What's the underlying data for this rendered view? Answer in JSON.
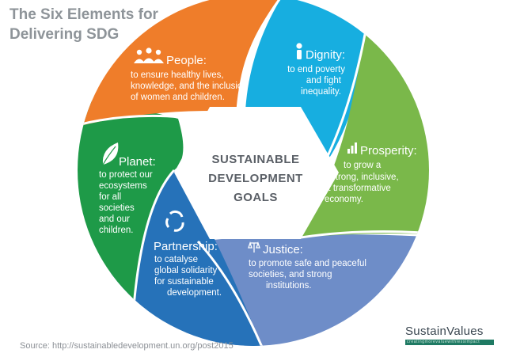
{
  "title": "The Six Elements for\nDelivering SDG",
  "center": {
    "line1": "SUSTAINABLE",
    "line2": "DEVELOPMENT",
    "line3": "GOALS"
  },
  "elements": {
    "people": {
      "title": "People:",
      "desc": [
        "to ensure healthy lives,",
        "knowledge, and the inclusion",
        "of women and children."
      ],
      "color": "#ef7d2a",
      "icon": "people-icon"
    },
    "dignity": {
      "title": "Dignity:",
      "desc": [
        "to end poverty",
        "and fight",
        "inequality."
      ],
      "color": "#17aee0",
      "icon": "person-icon"
    },
    "prosperity": {
      "title": "Prosperity:",
      "desc": [
        "to grow a",
        "strong, inclusive,",
        "& transformative",
        "economy."
      ],
      "color": "#7ab84a",
      "icon": "bar-chart-icon"
    },
    "justice": {
      "title": "Justice:",
      "desc": [
        "to promote safe and peaceful",
        "societies, and strong",
        "institutions."
      ],
      "color": "#6e8dc8",
      "icon": "scales-icon"
    },
    "partnership": {
      "title": "Partnership:",
      "desc": [
        "to catalyse",
        "global solidarity",
        "for sustainable",
        "development."
      ],
      "color": "#2672b9",
      "icon": "cycle-icon"
    },
    "planet": {
      "title": "Planet:",
      "desc": [
        "to protect our",
        "ecosystems",
        "for all",
        "societies",
        "and our",
        "children."
      ],
      "color": "#1e9a48",
      "icon": "leaf-icon"
    }
  },
  "source": "Source: http://sustainabledevelopment.un.org/post2015",
  "brand": {
    "name": "SustainValues",
    "tagline": "creatingmorevaluewithlessimpact"
  }
}
